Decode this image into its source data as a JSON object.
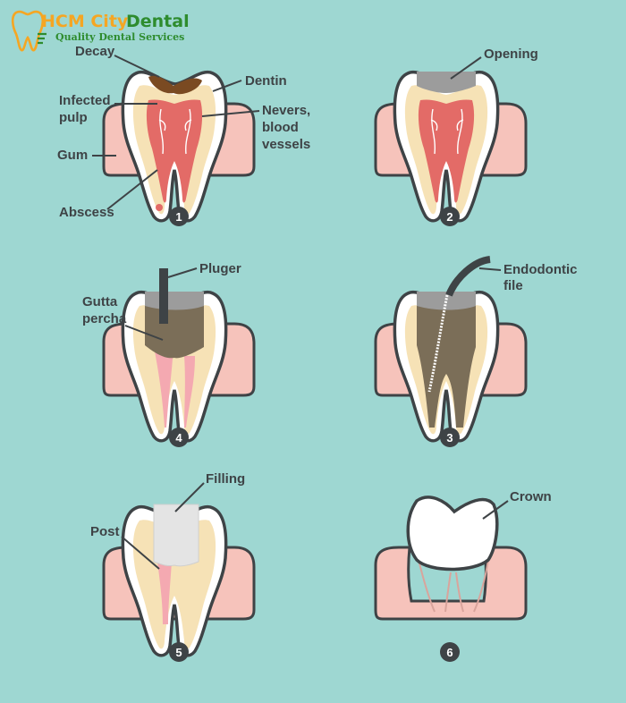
{
  "brand": {
    "name_part1": "HCM City",
    "name_part2": "Dental",
    "tagline": "Quality Dental Services",
    "logo_icon": "tooth-logo-icon",
    "color_part1": "#f5a623",
    "color_part2": "#2e8c2e"
  },
  "colors": {
    "background": "#9ed7d2",
    "gum": "#f6c3bb",
    "outline": "#3e4346",
    "enamel": "#ffffff",
    "dentin": "#f6e2b6",
    "pulp": "#e36b67",
    "decay": "#7a4a22",
    "filling_material": "#7b6e58",
    "temporary_filling": "#9c9c9c",
    "filling": "#e4e4e4",
    "gutta_percha": "#f4a9b1"
  },
  "steps": {
    "s1": {
      "number": "1",
      "labels": {
        "decay": "Decay",
        "dentin": "Dentin",
        "infected1": "Infected",
        "infected2": "pulp",
        "nerves1": "Nevers,",
        "nerves2": "blood",
        "nerves3": "vessels",
        "gum": "Gum",
        "abscess": "Abscess"
      }
    },
    "s2": {
      "number": "2",
      "labels": {
        "opening": "Opening"
      }
    },
    "s3": {
      "number": "3",
      "labels": {
        "endo1": "Endodontic",
        "endo2": "file"
      }
    },
    "s4": {
      "number": "4",
      "labels": {
        "pluger": "Pluger",
        "gutta1": "Gutta",
        "gutta2": "percha"
      }
    },
    "s5": {
      "number": "5",
      "labels": {
        "filling": "Filling",
        "post": "Post"
      }
    },
    "s6": {
      "number": "6",
      "labels": {
        "crown": "Crown"
      }
    }
  }
}
